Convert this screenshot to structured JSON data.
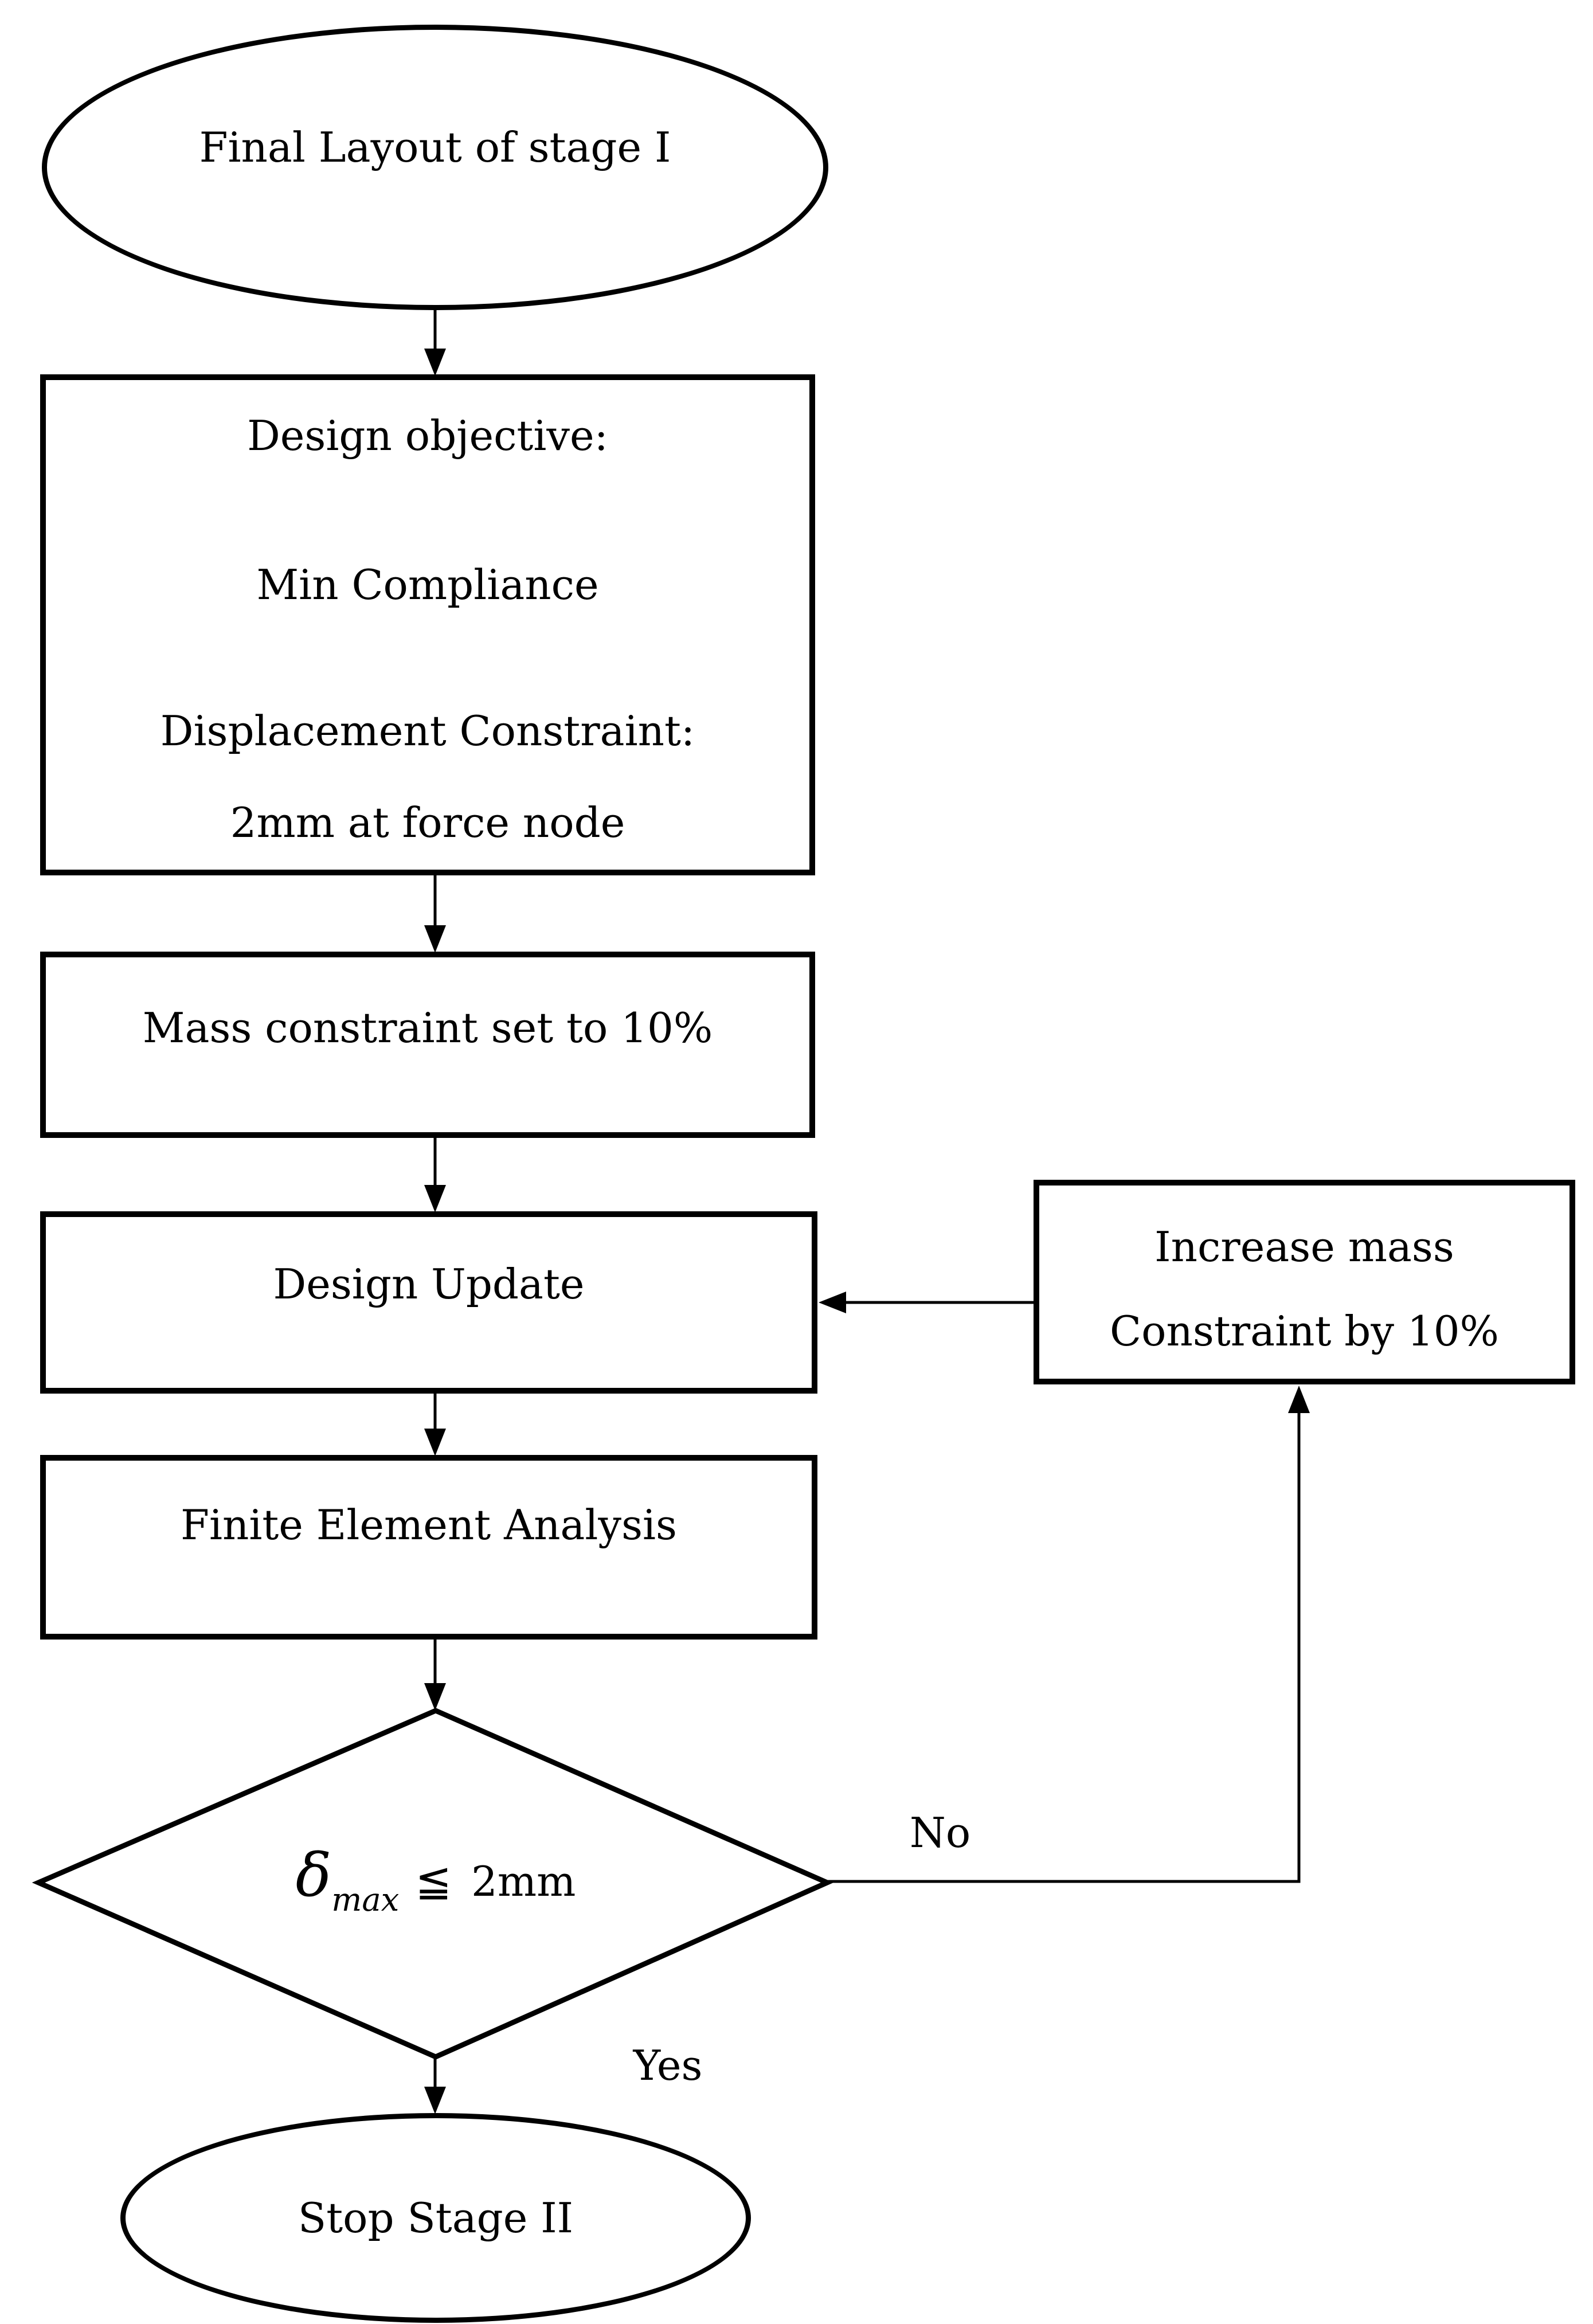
{
  "flowchart": {
    "colors": {
      "stroke": "#000000",
      "background": "#ffffff"
    },
    "start": {
      "label": "Final Layout of stage I"
    },
    "objective": {
      "line1": "Design objective:",
      "line2": "Min Compliance",
      "line3": "Displacement Constraint:",
      "line4": "2mm at force node"
    },
    "mass": {
      "label": "Mass constraint set to 10%"
    },
    "update": {
      "label": "Design Update"
    },
    "increase": {
      "line1": "Increase mass",
      "line2": "Constraint by 10%"
    },
    "fea": {
      "label": "Finite Element Analysis"
    },
    "decision": {
      "delta": "δ",
      "subscript": "max",
      "operator": "≦",
      "value": "2mm"
    },
    "no_label": "No",
    "yes_label": "Yes",
    "stop": {
      "label": "Stop Stage II"
    }
  }
}
